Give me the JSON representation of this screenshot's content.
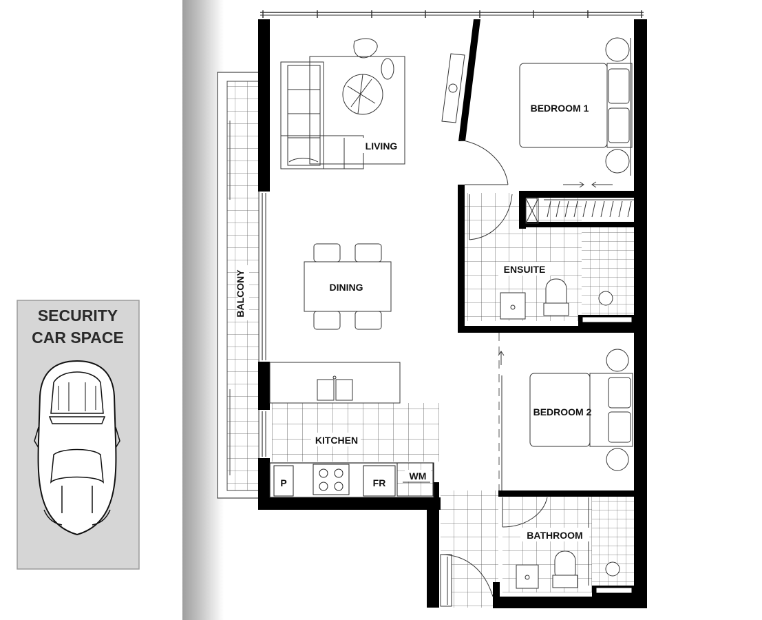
{
  "car_space": {
    "line1": "SECURITY",
    "line2": "CAR SPACE"
  },
  "rooms": {
    "living": "LIVING",
    "bedroom1": "BEDROOM 1",
    "ensuite": "ENSUITE",
    "dining": "DINING",
    "balcony": "BALCONY",
    "kitchen": "KITCHEN",
    "bedroom2": "BEDROOM 2",
    "bathroom": "BATHROOM"
  },
  "appliances": {
    "pantry": "P",
    "fridge": "FR",
    "washing_machine": "WM"
  },
  "colors": {
    "car_panel": "#d6d6d6",
    "wall": "#000000",
    "strip": "#a9a9a9"
  }
}
